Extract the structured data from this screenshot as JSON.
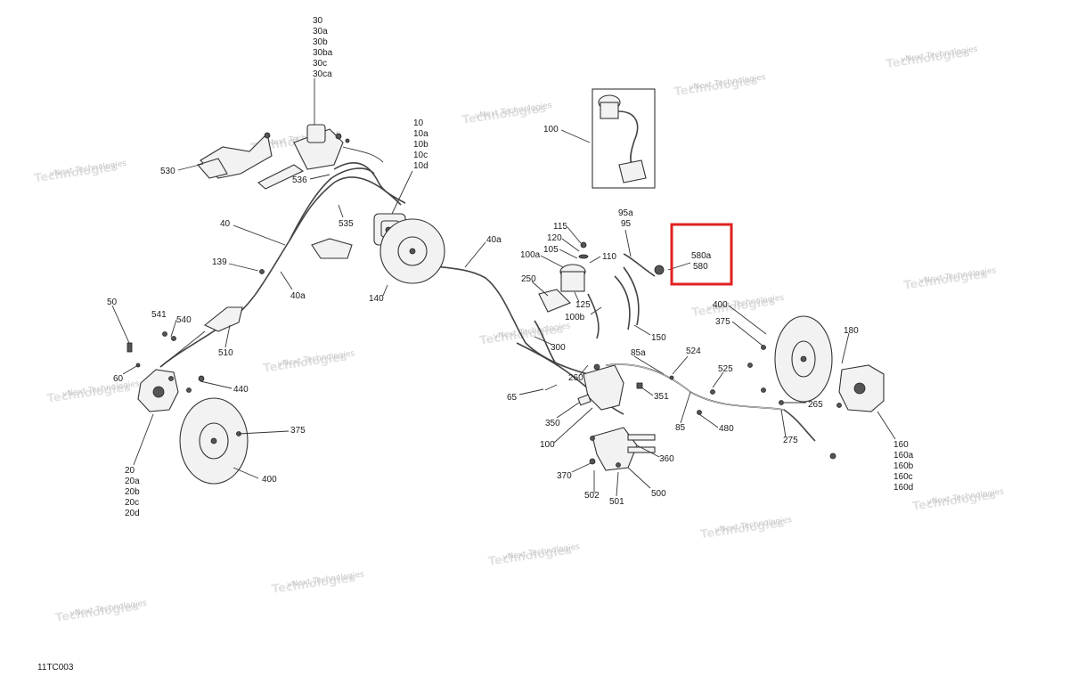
{
  "diagram_code": "11TC003",
  "highlight_color": "#e02020",
  "watermark": {
    "line1": "vNext",
    "line2": "Technologies",
    "caption": "vNext Technologies"
  },
  "callouts": {
    "c30": [
      "30",
      "30a",
      "30b",
      "30ba",
      "30c",
      "30ca"
    ],
    "c10": [
      "10",
      "10a",
      "10b",
      "10c",
      "10d"
    ],
    "c530": "530",
    "c536": "536",
    "c535": "535",
    "c40": "40",
    "c139": "139",
    "c40a_left": "40a",
    "c40a_mid": "40a",
    "c140": "140",
    "c50": "50",
    "c541": "541",
    "c540": "540",
    "c510": "510",
    "c60": "60",
    "c440": "440",
    "c375_left": "375",
    "c400_left": "400",
    "c20": [
      "20",
      "20a",
      "20b",
      "20c",
      "20d"
    ],
    "c100_box": "100",
    "c115": "115",
    "c120": "120",
    "c105": "105",
    "c100a": "100a",
    "c110": "110",
    "c95": [
      "95a",
      "95"
    ],
    "c580": [
      "580a",
      "580"
    ],
    "c250": "250",
    "c125": "125",
    "c100b": "100b",
    "c150": "150",
    "c300": "300",
    "c260": "260",
    "c65": "65",
    "c350": "350",
    "c100_bottom": "100",
    "c85a": "85a",
    "c524": "524",
    "c525": "525",
    "c351": "351",
    "c85": "85",
    "c480": "480",
    "c360": "360",
    "c370": "370",
    "c502": "502",
    "c501": "501",
    "c500": "500",
    "c400_right": "400",
    "c375_right": "375",
    "c180": "180",
    "c265": "265",
    "c275": "275",
    "c160": [
      "160",
      "160a",
      "160b",
      "160c",
      "160d"
    ]
  }
}
